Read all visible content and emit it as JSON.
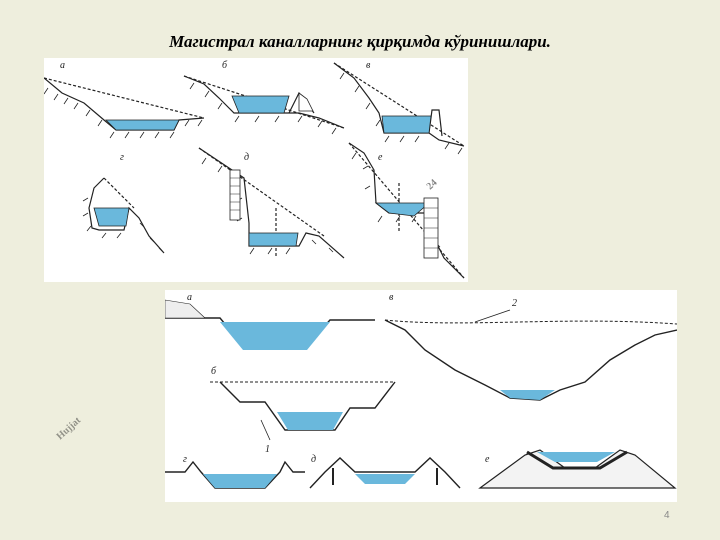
{
  "slide": {
    "title": "Магистрал каналларнинг қирқимда кўринишлари.",
    "page_number": "4"
  },
  "top_figure": {
    "labels": [
      "а",
      "б",
      "в",
      "г",
      "д",
      "е"
    ]
  },
  "bottom_figure": {
    "labels": [
      "а",
      "б",
      "в",
      "г",
      "д",
      "е"
    ],
    "callouts": [
      "1",
      "2"
    ]
  },
  "watermark": {
    "text_left": "Hujjat",
    "text_right": "24",
    "color_left": "#8a8a6a",
    "color_right": "#a58fe0"
  },
  "colors": {
    "background": "#eeeedd",
    "water": "#6ab8dc",
    "line": "#222222"
  }
}
